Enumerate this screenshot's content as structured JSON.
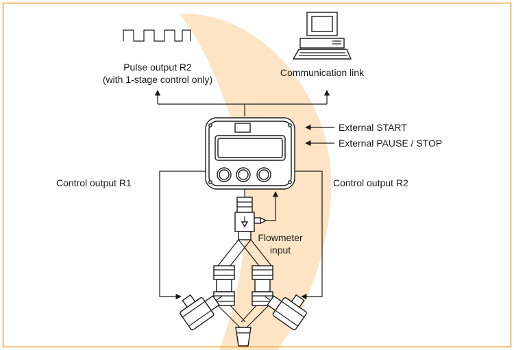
{
  "labels": {
    "pulse_output_line1": "Pulse output R2",
    "pulse_output_line2": "(with 1-stage control only)",
    "communication_link": "Communication link",
    "external_start": "External START",
    "external_pause_stop": "External PAUSE / STOP",
    "control_output_r1": "Control output R1",
    "control_output_r2": "Control output R2",
    "flowmeter_line1": "Flowmeter",
    "flowmeter_line2": "input"
  },
  "colors": {
    "border": "#f0a030",
    "background_shape": "#fde4c4",
    "line": "#1a1a1a"
  }
}
